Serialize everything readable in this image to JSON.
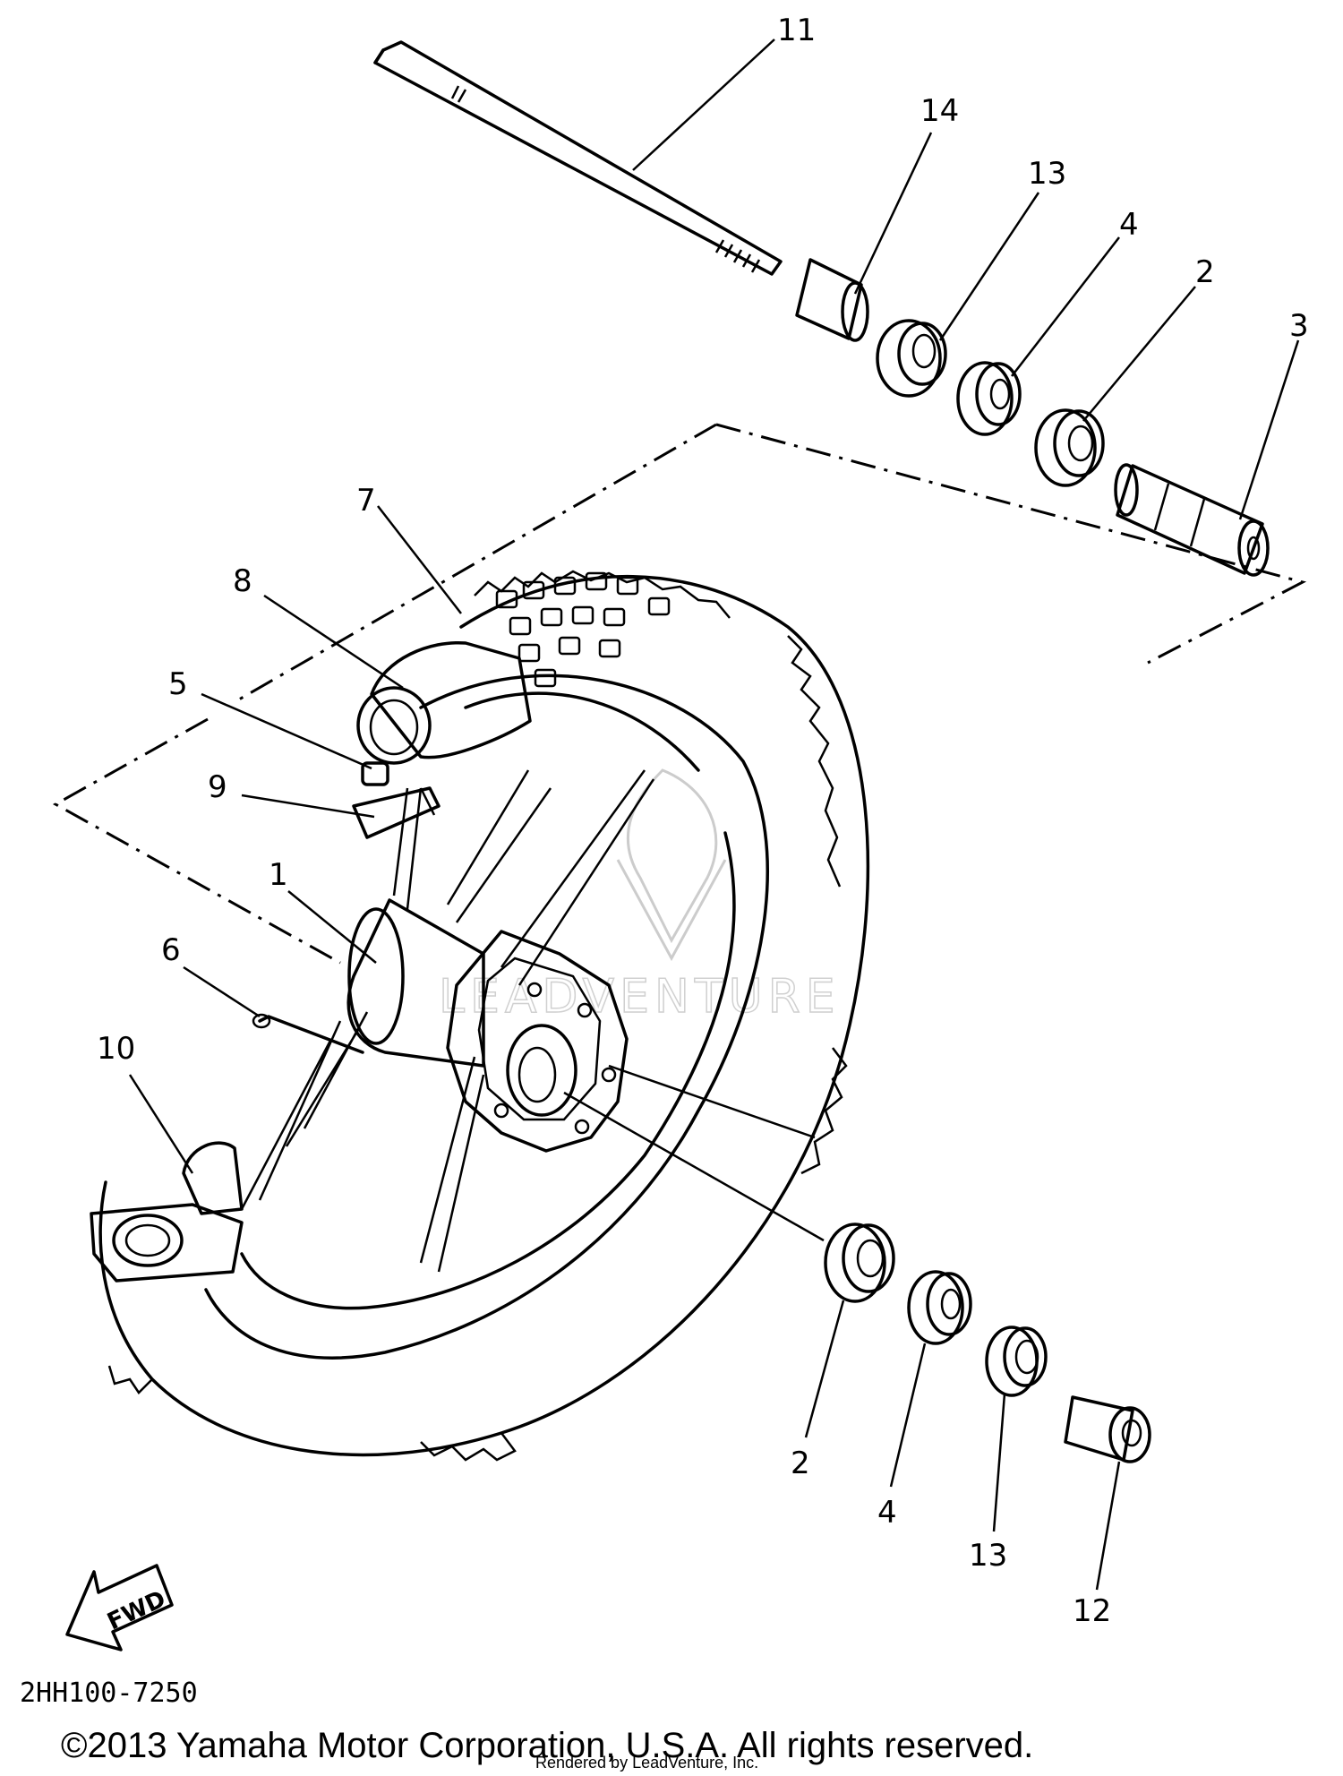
{
  "callouts": {
    "c11": "11",
    "c14": "14",
    "c13_top": "13",
    "c4_top": "4",
    "c2_top": "2",
    "c3": "3",
    "c7": "7",
    "c8": "8",
    "c5": "5",
    "c9": "9",
    "c1": "1",
    "c6": "6",
    "c10": "10",
    "c2_bottom": "2",
    "c4_bottom": "4",
    "c13_bottom": "13",
    "c12": "12"
  },
  "fwd_label": "FWD",
  "part_number": "2HH100-7250",
  "copyright": "©2013 Yamaha Motor Corporation, U.S.A. All rights reserved.",
  "rendered_by": "Rendered by LeadVenture, Inc.",
  "watermark_text": "LEADVENTURE"
}
